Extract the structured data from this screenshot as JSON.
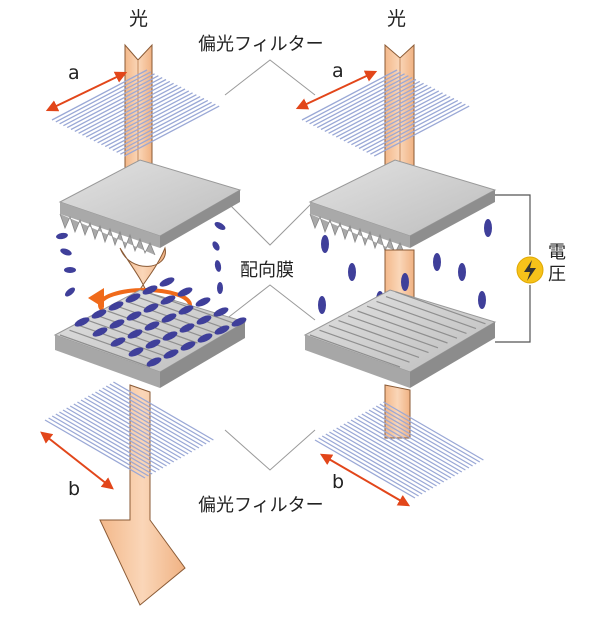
{
  "labels": {
    "light_left": "光",
    "light_right": "光",
    "polarizer_top": "偏光フィルター",
    "polarizer_bottom": "偏光フィルター",
    "alignment_film": "配向膜",
    "voltage": "電圧",
    "axis_a_left": "a",
    "axis_a_right": "a",
    "axis_b_left": "b",
    "axis_b_right": "b"
  },
  "colors": {
    "light_beam": "#f7c7a0",
    "light_edge": "#8a5a35",
    "filter_lines": "#9aa8d6",
    "plate": "#c9c9c9",
    "molecule": "#3f3f9a",
    "axis_arrow": "#e2461a",
    "rotation_arrow": "#f06a1a",
    "voltage_icon": "#f6c21a"
  },
  "icons": [
    "rotation-arrow-icon",
    "lightning-bolt-icon"
  ]
}
